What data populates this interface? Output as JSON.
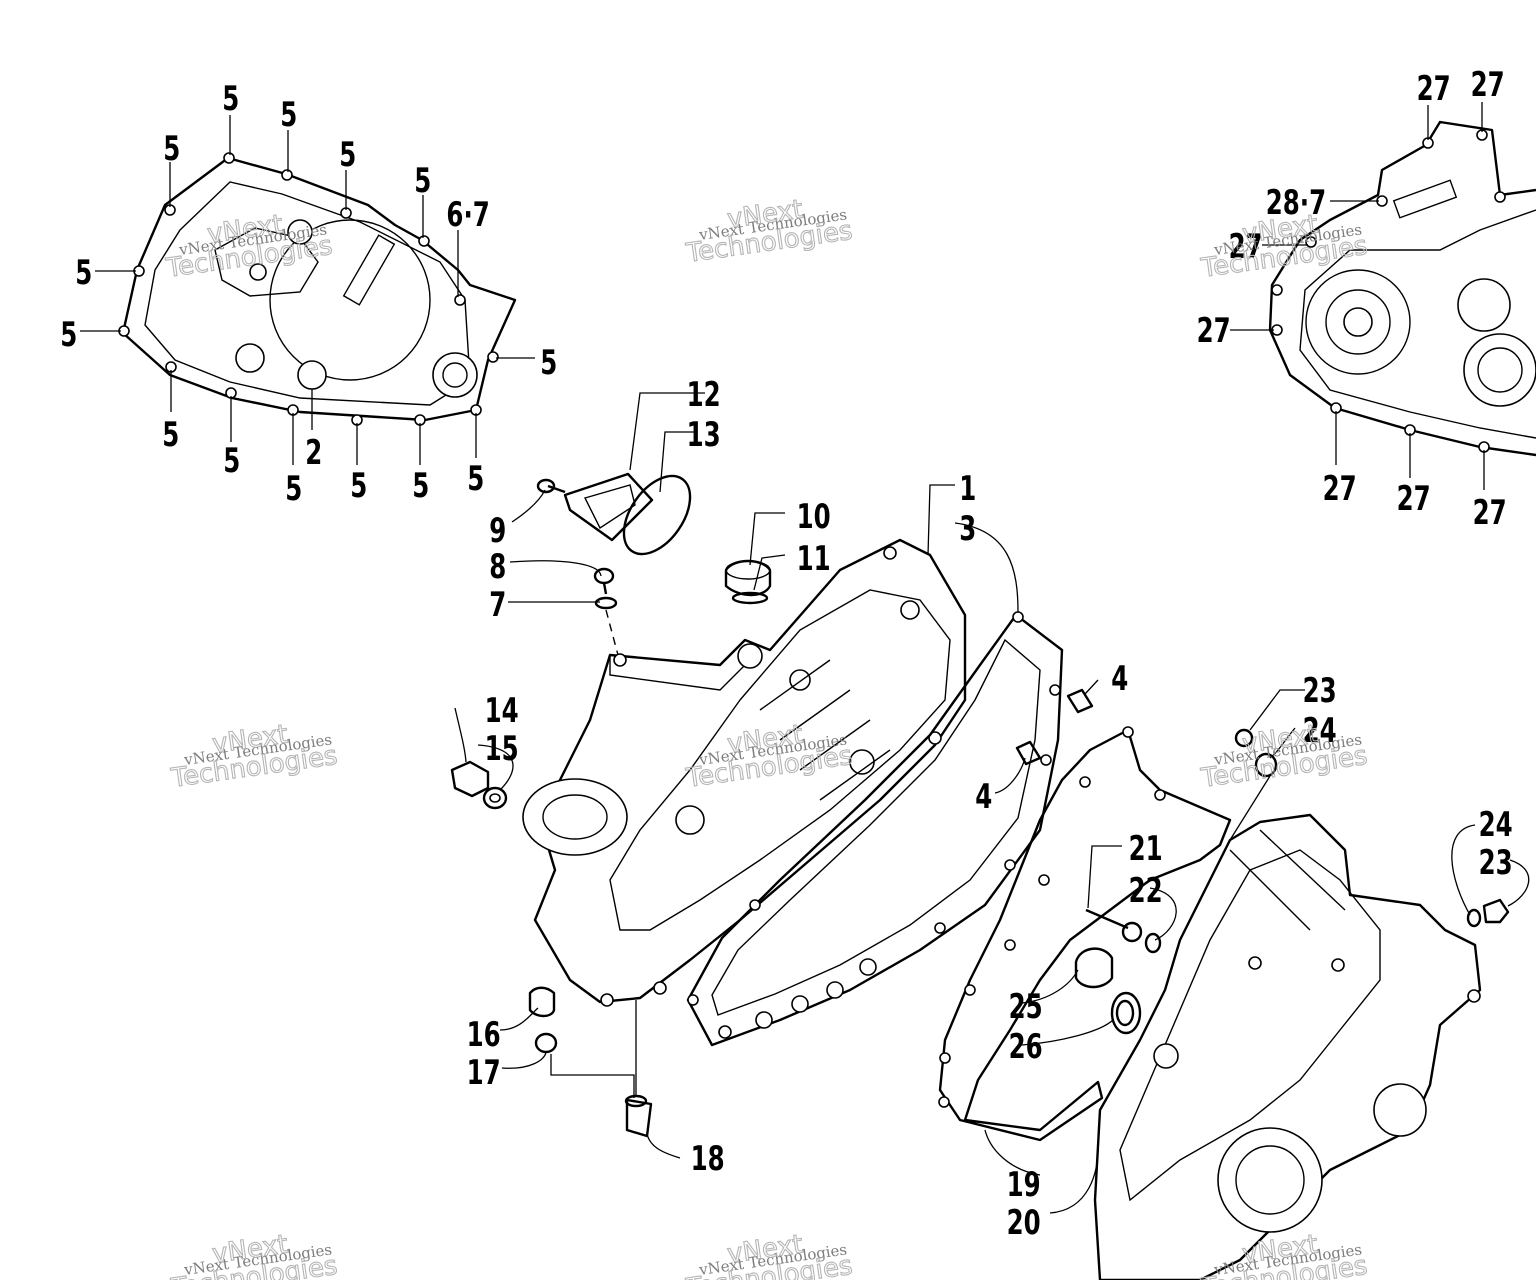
{
  "diagram": {
    "callouts": {
      "c5a": "5",
      "c5b": "5",
      "c5c": "5",
      "c5d": "5",
      "c5e": "5",
      "c5f": "5",
      "c5g": "5",
      "c5h": "5",
      "c5i": "5",
      "c5j": "5",
      "c5k": "5",
      "c5l": "5",
      "c5m": "5",
      "c5n": "5",
      "c67": "6·7",
      "c2": "2",
      "c12": "12",
      "c13": "13",
      "c9": "9",
      "c8": "8",
      "c7": "7",
      "c10": "10",
      "c11": "11",
      "c1": "1",
      "c3": "3",
      "c4a": "4",
      "c4b": "4",
      "c14": "14",
      "c15": "15",
      "c16": "16",
      "c17": "17",
      "c18": "18",
      "c21": "21",
      "c22": "22",
      "c23a": "23",
      "c24a": "24",
      "c24b": "24",
      "c23b": "23",
      "c25": "25",
      "c26": "26",
      "c19": "19",
      "c20": "20",
      "c27a": "27",
      "c27b": "27",
      "c27c": "27",
      "c27d": "27",
      "c27e": "27",
      "c27f": "27",
      "c27g": "27",
      "c287": "28·7"
    },
    "watermark": {
      "line1": "vNext Technologies",
      "line2": "vNext",
      "line3": "Technologies"
    }
  }
}
